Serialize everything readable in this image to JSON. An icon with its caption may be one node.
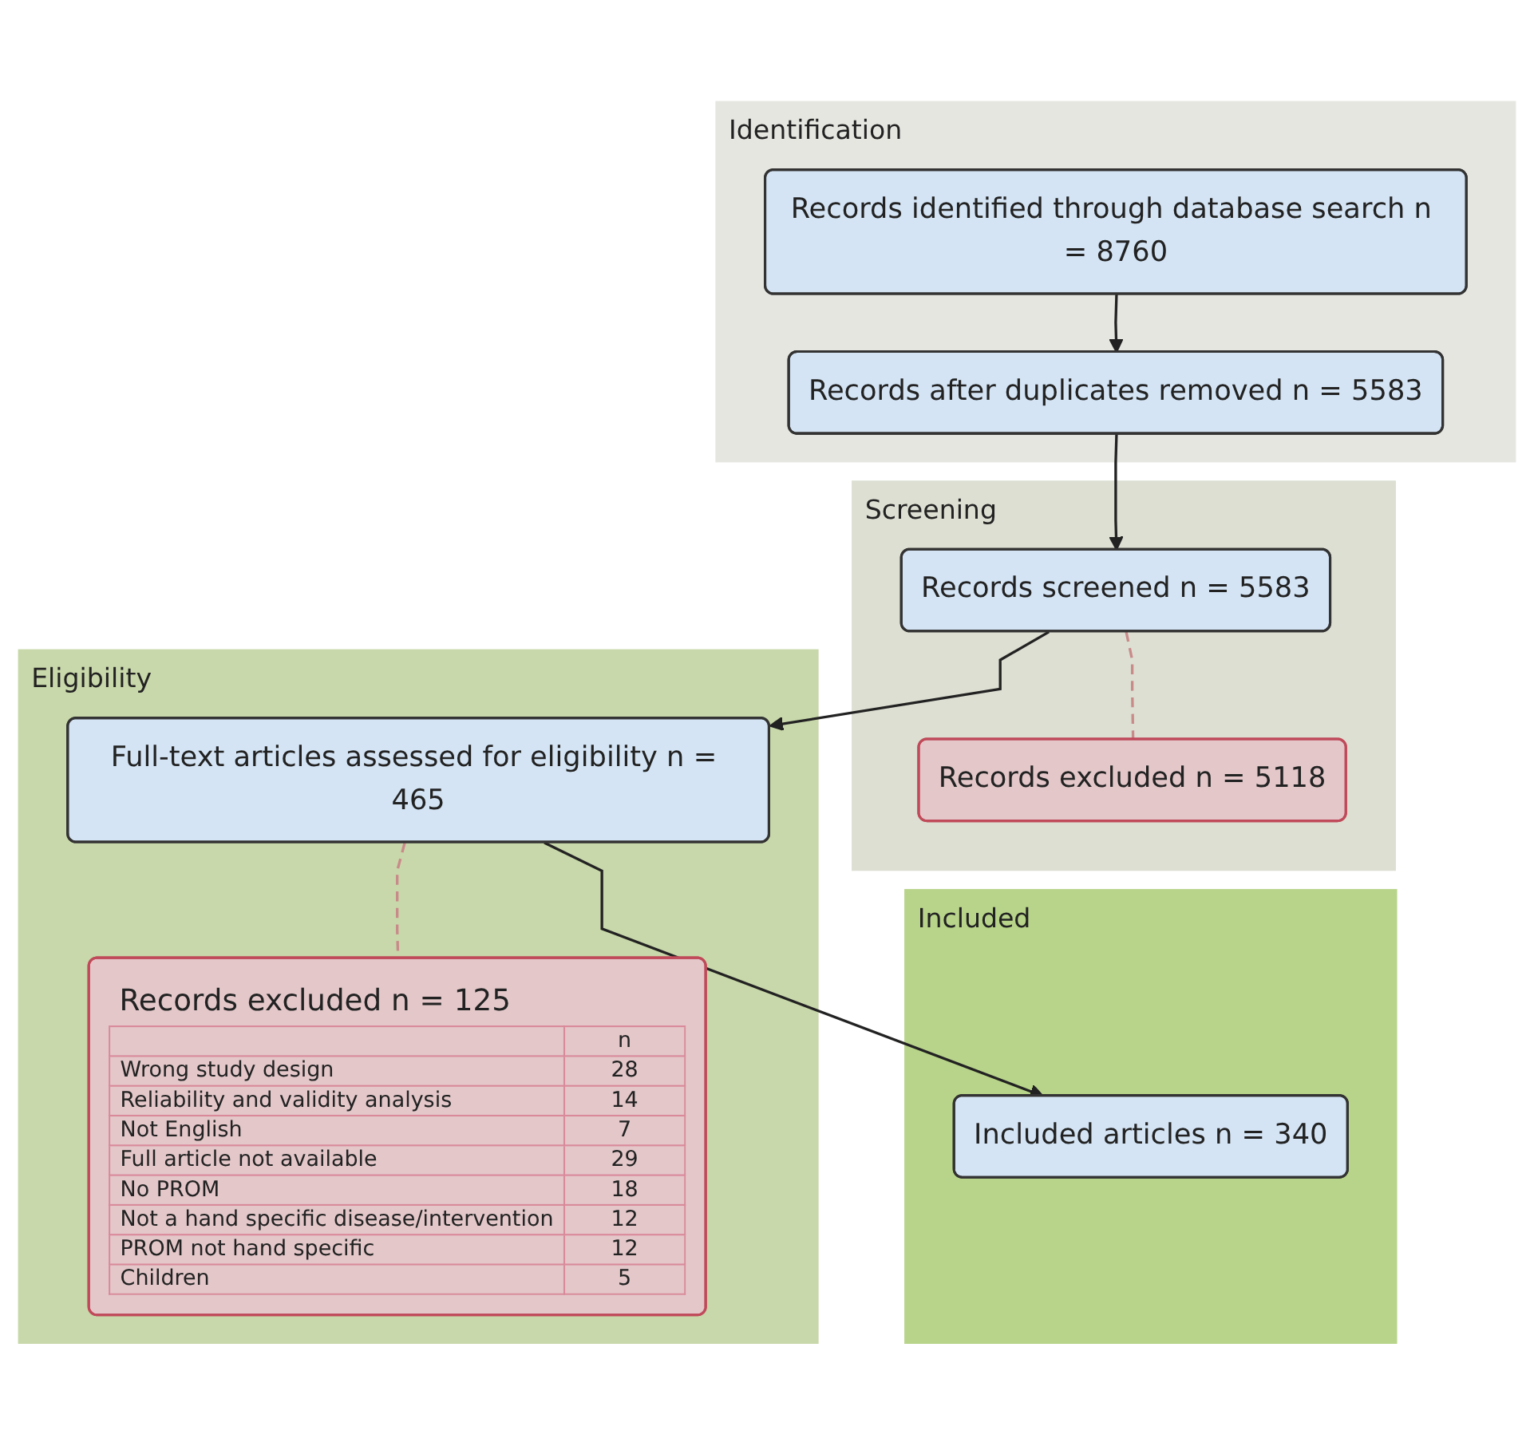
{
  "diagram": {
    "nodes": [
      {
        "text": [
          "Identification"
        ]
      },
      {
        "text": [
          "Records identified through database search n = 8760"
        ],
        "in": 0
      },
      {
        "text": [
          "Records after duplicates removed n = 5583"
        ],
        "in": 0
      },
      {
        "text": [
          "Screening"
        ]
      },
      {
        "text": [
          "Records screened n = 5583"
        ],
        "in": 3
      },
      {
        "text": [
          "Records excluded n = 5118"
        ],
        "in": 3
      },
      {
        "text": [
          "Eligibility"
        ]
      },
      {
        "text": [
          "Full-text articles assessed for eligibility n = 465"
        ],
        "in": 6
      },
      {
        "text": [
          "Records excluded n = 125",
          "n",
          "Wrong study design",
          "28",
          "Reliability and validity analysis",
          "14",
          "Not English",
          "7",
          "Full article not available",
          "29",
          "No PROM",
          "18",
          "Not a hand specific disease/intervention",
          "12",
          "PROM not hand specific",
          "12",
          "Children",
          "5"
        ],
        "in": 6
      },
      {
        "text": [
          "Included"
        ]
      },
      {
        "text": [
          "Included articles n = 340"
        ],
        "in": 9
      }
    ],
    "edges": [
      {
        "from": 1,
        "to": 2,
        "arrow": "to"
      },
      {
        "from": 2,
        "to": 4,
        "arrow": "to"
      },
      {
        "from": 4,
        "to": 5,
        "arrow": "none",
        "style": "dashed",
        "color": "#c98a8a"
      },
      {
        "from": 4,
        "to": 7,
        "arrow": "to"
      },
      {
        "from": 7,
        "to": 8,
        "arrow": "none",
        "style": "dashed",
        "color": "#c98a8a"
      },
      {
        "from": 7,
        "to": 10,
        "arrow": "to"
      }
    ]
  }
}
